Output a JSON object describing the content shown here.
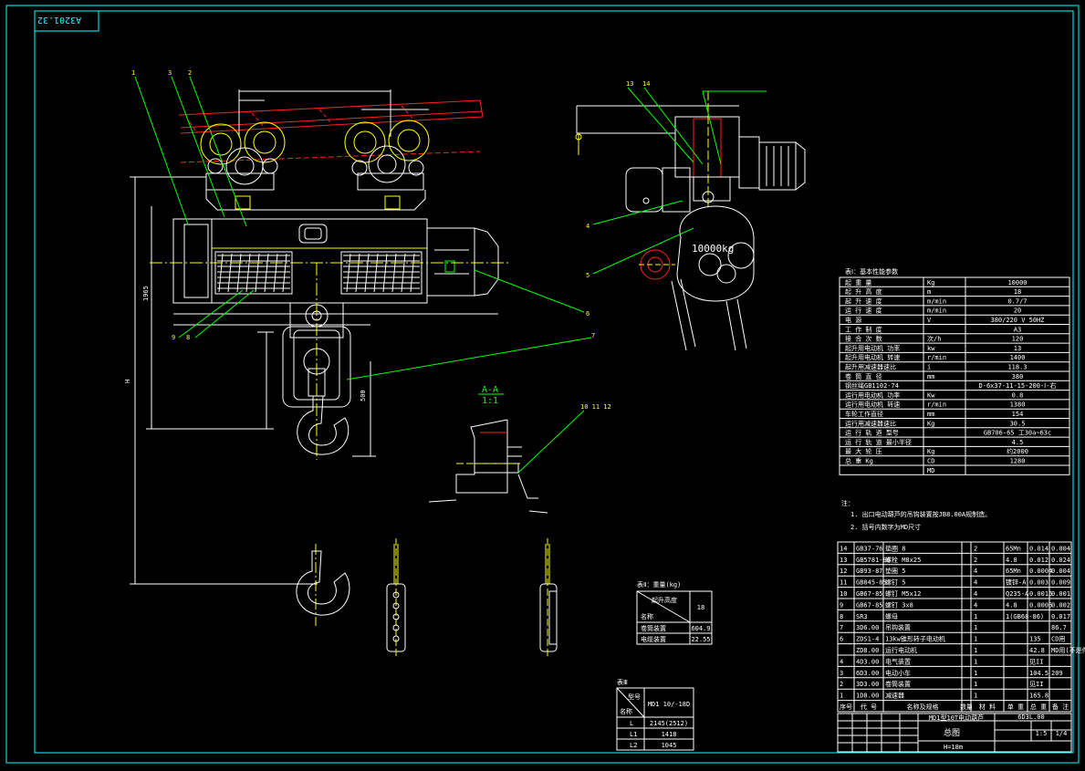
{
  "sheet": {
    "corner_label": "A3201.32",
    "note_heading": "注：",
    "notes": [
      "1. 出口电动葫芦的吊钩装置按JB8.00A规制造。",
      "2. 括号内数字为MD尺寸"
    ]
  },
  "views": {
    "section_label": "A-A",
    "section_scale": "1:1",
    "load_plate": "10000kg",
    "top_dim": "",
    "balloons_main": [
      "1",
      "3",
      "2",
      "9",
      "8",
      "6",
      "7"
    ],
    "balloons_side": [
      "13",
      "14",
      "4",
      "5"
    ],
    "balloons_detail": [
      "10 11 12"
    ]
  },
  "table1": {
    "title": "表Ⅰ：基本性能参数",
    "rows": [
      [
        "起 重 量",
        "Kg",
        "10000"
      ],
      [
        "起 升 高 度",
        "m",
        "18"
      ],
      [
        "起 升 速 度",
        "m/min",
        "0.7/7"
      ],
      [
        "运 行 速 度",
        "m/min",
        "20"
      ],
      [
        "电 源",
        "V",
        "380/220 V    50HZ"
      ],
      [
        "工 作 制 度",
        "",
        "A3"
      ],
      [
        "接 合 次 数",
        "次/h",
        "120"
      ],
      [
        "起升用电动机 功率",
        "kw",
        "13"
      ],
      [
        "起升用电动机 转速",
        "r/min",
        "1400"
      ],
      [
        "起升用减速器速比",
        "i",
        "118.3"
      ],
      [
        "卷 筒 直 径",
        "mm",
        "380"
      ],
      [
        "钢丝绳GB1102-74",
        "",
        "D-6x37-11-15-200-Ⅰ-右"
      ],
      [
        "运行用电动机 功率",
        "Kw",
        "0.8"
      ],
      [
        "运行用电动机 转速",
        "r/min",
        "1380"
      ],
      [
        "车轮工作直径",
        "mm",
        "154"
      ],
      [
        "运行用减速器速比",
        "Kg",
        "30.5"
      ],
      [
        "运 行 轨 道 型号",
        "",
        "GB706-65     工30a~63c"
      ],
      [
        "运 行 轨 道 最小半径",
        "",
        "4.5"
      ],
      [
        "最 大 轮 压",
        "Kg",
        "约2000"
      ],
      [
        "总 重 Kg",
        "CD",
        "1280"
      ],
      [
        "",
        "MD",
        ""
      ]
    ]
  },
  "table2": {
    "title": "表Ⅱ：重量(kg)",
    "header": [
      "起升高度",
      "18"
    ],
    "name_label": "名称",
    "rows": [
      [
        "卷筒装置",
        "604.9"
      ],
      [
        "电缆装置",
        "22.55"
      ]
    ]
  },
  "table3": {
    "title": "表Ⅲ",
    "header": [
      "型号",
      "MD1 10/-18D"
    ],
    "name_label": "名称",
    "rows": [
      [
        "L",
        "2145(2512)"
      ],
      [
        "L1",
        "1418"
      ],
      [
        "L2",
        "1045"
      ]
    ]
  },
  "bom": {
    "rows": [
      [
        "14",
        "GB37-76",
        "垫圈 8",
        "2",
        "65Mn",
        "0.014",
        "0.004"
      ],
      [
        "13",
        "GB5781-86",
        "螺栓 M8x25",
        "2",
        "4.8",
        "0.012",
        "0.024"
      ],
      [
        "12",
        "GB93-87",
        "垫圈 5",
        "4",
        "65Mn",
        "0.0004",
        "0.004"
      ],
      [
        "11",
        "GB845-85",
        "螺钉 5",
        "4",
        "镀锌-A",
        "0.003",
        "0.009"
      ],
      [
        "10",
        "GB67-85",
        "螺钉 M5x12",
        "4",
        "Q235-A",
        "0.0016",
        "0.001"
      ],
      [
        "9",
        "GB67-85",
        "螺钉 3x8",
        "4",
        "4.8",
        "0.0005",
        "0.002"
      ],
      [
        "8",
        "SR3",
        "螺母",
        "1",
        "1(GB68-86)",
        "",
        "0.017"
      ],
      [
        "7",
        "3D6.00",
        "吊钩装置",
        "1",
        "",
        "",
        "86.7"
      ],
      [
        "6",
        "ZDS1-4",
        "13kw锥形转子电动机",
        "1",
        "",
        "135",
        "CD用"
      ],
      [
        "",
        "ZD8.00",
        "运行电动机",
        "1",
        "",
        "42.8",
        "MD用(不是件)"
      ],
      [
        "4",
        "4D3.00",
        "电气装置",
        "1",
        "",
        "见II",
        ""
      ],
      [
        "3",
        "6D3.00",
        "电动小车",
        "1",
        "",
        "104.5",
        "209"
      ],
      [
        "2",
        "3D3.00",
        "卷筒装置",
        "1",
        "",
        "见II",
        ""
      ],
      [
        "1",
        "1D8.00",
        "减速器",
        "1",
        "",
        "165.8",
        ""
      ]
    ],
    "header": [
      "序号",
      "代 号",
      "名称及规格",
      "数量",
      "材 料",
      "单 重",
      "总 重",
      "备 注"
    ]
  },
  "titleblock": {
    "product": "MD1型10T电动葫芦",
    "drawing_name": "总图",
    "code": "H=18m",
    "drawing_no": "6D3L.00",
    "scale": "1:5",
    "sheets": "1/4"
  }
}
